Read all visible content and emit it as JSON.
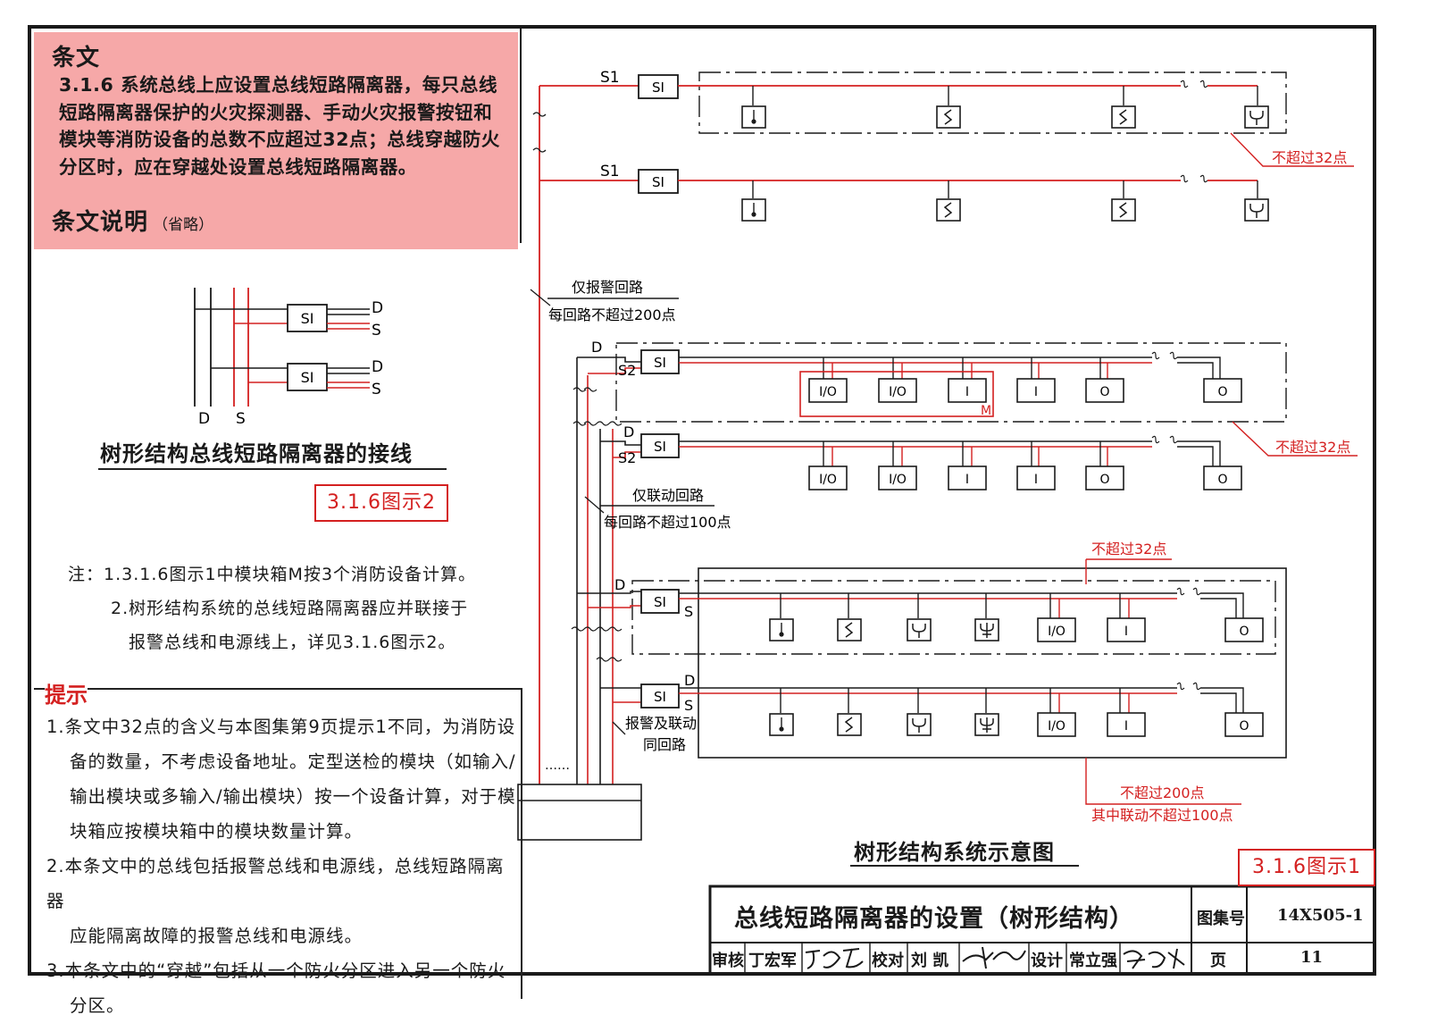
{
  "clause": {
    "title": "条文",
    "text": "3.1.6 系统总线上应设置总线短路隔离器，每只总线短路隔离器保护的火灾探测器、手动火灾报警按钮和模块等消防设备的总数不应超过32点；总线穿越防火分区时，应在穿越处设置总线短路隔离器。",
    "explain_title": "条文说明",
    "explain_note": "（省略）"
  },
  "wiring_diagram": {
    "isolator_label": "SI",
    "d_label": "D",
    "s_label": "S",
    "caption": "树形结构总线短路隔离器的接线",
    "ref": "3.1.6图示2"
  },
  "notes": [
    "注：1.3.1.6图示1中模块箱M按3个消防设备计算。",
    "2.树形结构系统的总线短路隔离器应并联接于",
    "报警总线和电源线上，详见3.1.6图示2。"
  ],
  "tips": {
    "title": "提示",
    "items": [
      [
        "1.条文中32点的含义与本图集第9页提示1不同，为消防设",
        "备的数量，不考虑设备地址。定型送检的模块（如输入/",
        "输出模块或多输入/输出模块）按一个设备计算，对于模",
        "块箱应按模块箱中的模块数量计算。"
      ],
      [
        "2.本条文中的总线包括报警总线和电源线，总线短路隔离器",
        "应能隔离故障的报警总线和电源线。"
      ],
      [
        "3.本条文中的“穿越”包括从一个防火分区进入另一个防火",
        "分区。"
      ]
    ]
  },
  "system_diagram": {
    "bus_s1": "S1",
    "bus_s2": "S2",
    "bus_d": "D",
    "bus_s": "S",
    "isolator_label": "SI",
    "limit_32": "不超过32点",
    "alarm_only_1": "仅报警回路",
    "alarm_only_2": "每回路不超过200点",
    "linkage_only_1": "仅联动回路",
    "linkage_only_2": "每回路不超过100点",
    "mixed_1": "报警及联动",
    "mixed_2": "同回路",
    "limit_200": "不超过200点",
    "limit_200_sub": "其中联动不超过100点",
    "module_box_label": "M",
    "ellipsis": "……",
    "device_labels": {
      "io": "I/O",
      "i": "I",
      "o": "O"
    },
    "caption": "树形结构系统示意图",
    "ref": "3.1.6图示1"
  },
  "title_block": {
    "title": "总线短路隔离器的设置（树形结构）",
    "atlas_label": "图集号",
    "atlas_no": "14X505-1",
    "review_label": "审核",
    "reviewer": "丁宏军",
    "check_label": "校对",
    "checker": "刘 凯",
    "design_label": "设计",
    "designer": "常立强",
    "page_label": "页",
    "page_no": "11"
  },
  "colors": {
    "red": "#d42020",
    "pink": "#f6a8a8",
    "ink": "#1a1a1a"
  }
}
